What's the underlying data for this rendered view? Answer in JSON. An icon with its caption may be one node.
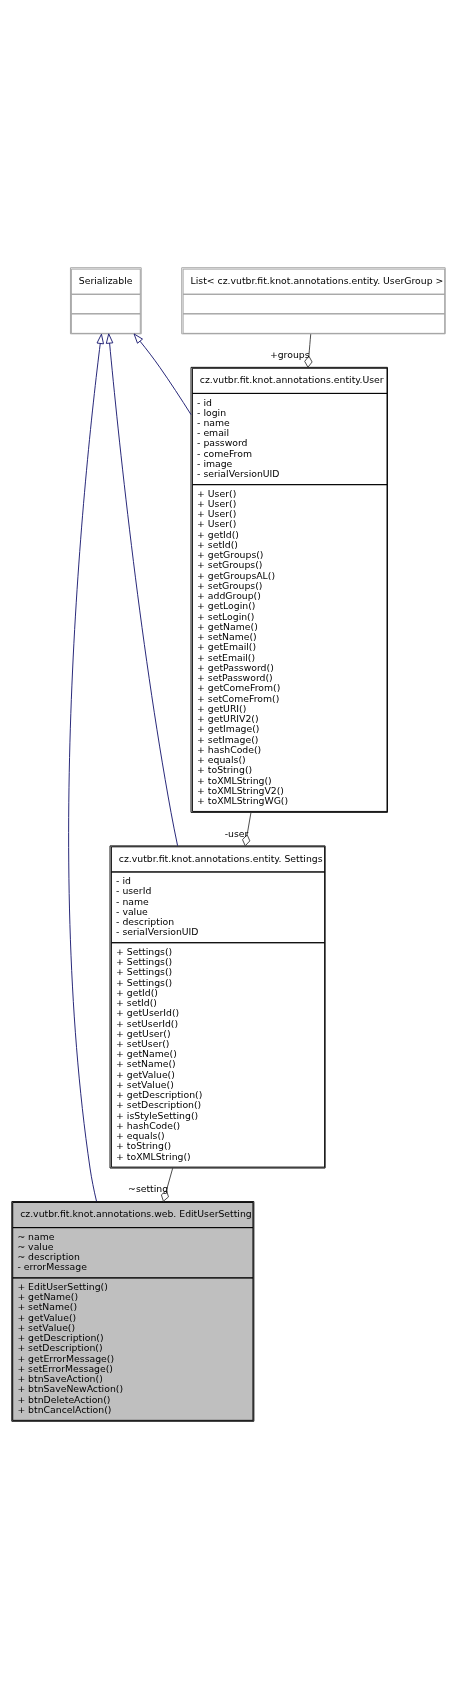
{
  "diagram": {
    "nodes": [
      {
        "text": [
          "Serializable"
        ]
      },
      {
        "text": [
          "List< cz.vutbr.fit.knot.annotations.entity. UserGroup >"
        ]
      },
      {
        "text": [
          "cz.vutbr.fit.knot.annotations.entity.User",
          "- id",
          "- login",
          "- name",
          "- email",
          "- password",
          "- comeFrom",
          "- image",
          "- serialVersionUID",
          "+ User()",
          "+ User()",
          "+ User()",
          "+ User()",
          "+ getId()",
          "+ setId()",
          "+ getGroups()",
          "+ setGroups()",
          "+ getGroupsAL()",
          "+ setGroups()",
          "+ addGroup()",
          "+ getLogin()",
          "+ setLogin()",
          "+ getName()",
          "+ setName()",
          "+ getEmail()",
          "+ setEmail()",
          "+ getPassword()",
          "+ setPassword()",
          "+ getComeFrom()",
          "+ setComeFrom()",
          "+ getURI()",
          "+ getURIV2()",
          "+ getImage()",
          "+ setImage()",
          "+ hashCode()",
          "+ equals()",
          "+ toString()",
          "+ toXMLString()",
          "+ toXMLStringV2()",
          "+ toXMLStringWG()"
        ]
      },
      {
        "text": [
          "cz.vutbr.fit.knot.annotations.entity. Settings",
          "- id",
          "- userId",
          "- name",
          "- value",
          "- description",
          "- serialVersionUID",
          "+ Settings()",
          "+ Settings()",
          "+ Settings()",
          "+ Settings()",
          "+ getId()",
          "+ setId()",
          "+ getUserId()",
          "+ setUserId()",
          "+ getUser()",
          "+ setUser()",
          "+ getName()",
          "+ setName()",
          "+ getValue()",
          "+ setValue()",
          "+ getDescription()",
          "+ setDescription()",
          "+ isStyleSetting()",
          "+ hashCode()",
          "+ equals()",
          "+ toString()",
          "+ toXMLString()"
        ]
      },
      {
        "text": [
          "cz.vutbr.fit.knot.annotations.web. EditUserSetting",
          "~ name",
          "~ value",
          "~ description",
          "- errorMessage",
          "+ EditUserSetting()",
          "+ getName()",
          "+ setName()",
          "+ getValue()",
          "+ setValue()",
          "+ getDescription()",
          "+ setDescription()",
          "+ getErrorMessage()",
          "+ setErrorMessage()",
          "+ btnSaveAction()",
          "+ btnSaveNewAction()",
          "+ btnDeleteAction()",
          "+ btnCancelAction()"
        ]
      }
    ],
    "edges": [
      {
        "from": 2,
        "to": 0,
        "arrow": "to",
        "color": "#191970"
      },
      {
        "from": 3,
        "to": 0,
        "arrow": "to",
        "color": "#191970"
      },
      {
        "from": 4,
        "to": 0,
        "arrow": "to",
        "color": "#191970"
      },
      {
        "from": 2,
        "to": 1,
        "arrow": "other",
        "label": "+groups",
        "color": "#404040"
      },
      {
        "from": 3,
        "to": 2,
        "arrow": "other",
        "label": "-user",
        "color": "#404040"
      },
      {
        "from": 4,
        "to": 3,
        "arrow": "other",
        "label": "~setting",
        "color": "#404040"
      }
    ]
  }
}
